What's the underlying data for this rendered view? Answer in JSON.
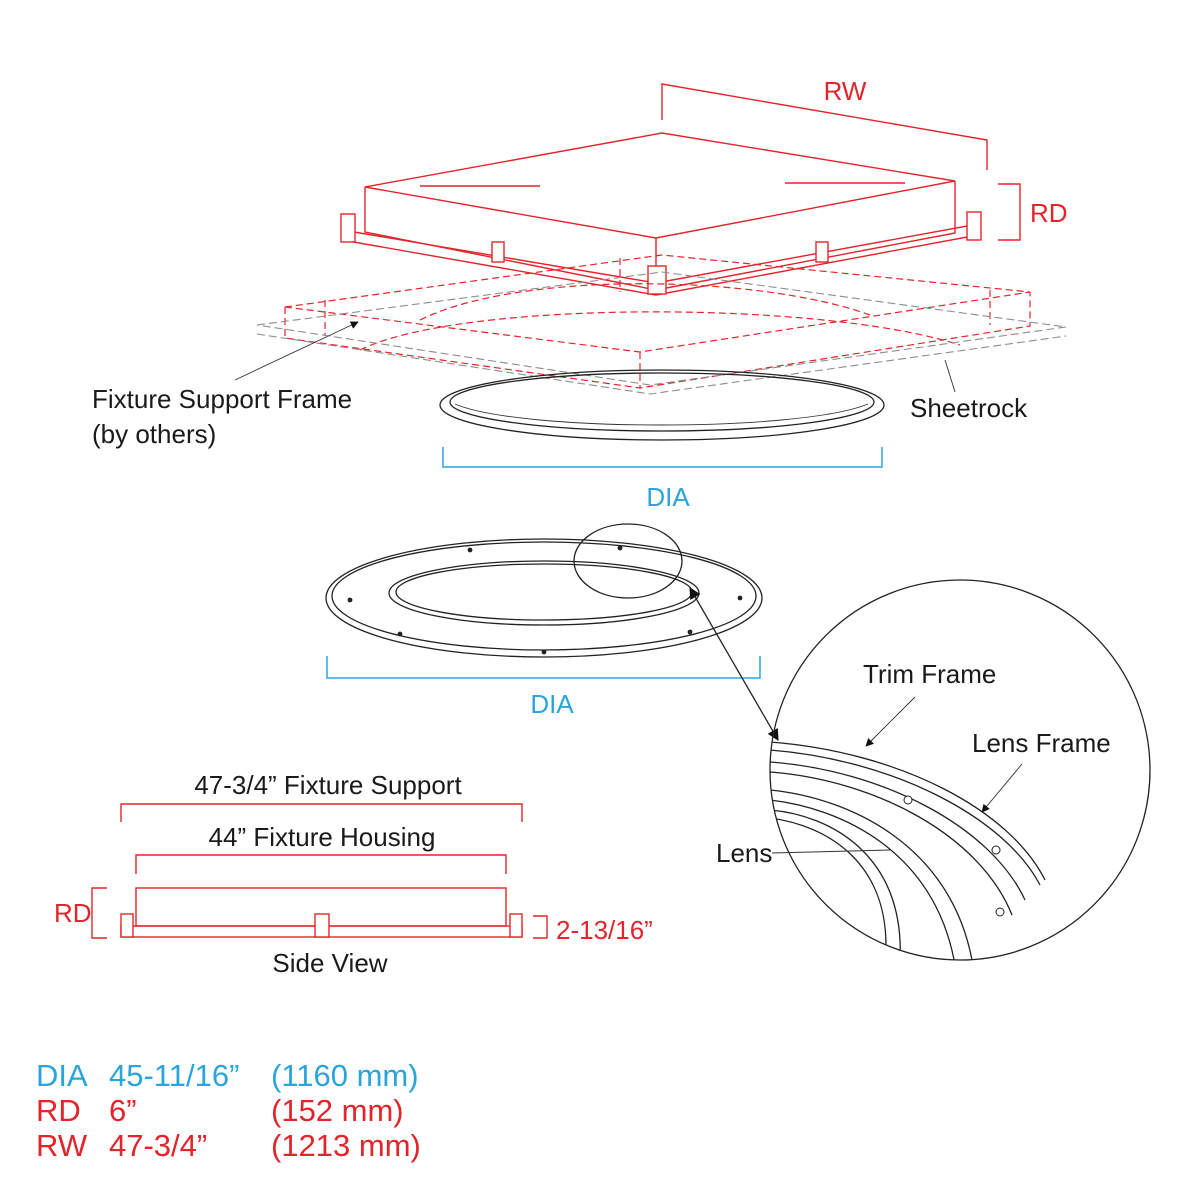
{
  "colors": {
    "red": "#e3242b",
    "blue": "#2aa5dc",
    "dark": "#1a1a1a"
  },
  "labels": {
    "rw": "RW",
    "rd": "RD",
    "dia": "DIA",
    "fixture_support_frame": "Fixture Support Frame",
    "by_others": "(by others)",
    "sheetrock": "Sheetrock",
    "trim_frame": "Trim Frame",
    "lens_frame": "Lens Frame",
    "lens": "Lens",
    "fixture_support_dim": "47-3/4” Fixture Support",
    "fixture_housing_dim": "44” Fixture Housing",
    "side_rd": "RD",
    "side_height": "2-13/16”",
    "side_view": "Side View"
  },
  "dimensions": [
    {
      "key": "DIA",
      "inches": "45-11/16”",
      "mm": "(1160 mm)",
      "color": "#2aa5dc"
    },
    {
      "key": "RD",
      "inches": "6”",
      "mm": "(152 mm)",
      "color": "#e3242b"
    },
    {
      "key": "RW",
      "inches": "47-3/4”",
      "mm": "(1213 mm)",
      "color": "#e3242b"
    }
  ]
}
